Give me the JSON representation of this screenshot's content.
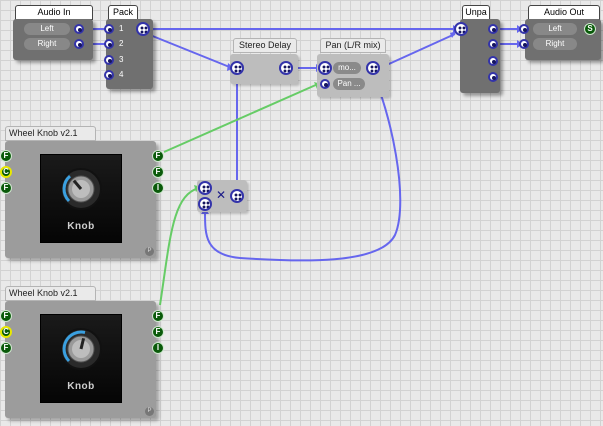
{
  "modules": {
    "audio_in": {
      "title": "Audio In",
      "outputs": [
        "Left",
        "Right"
      ]
    },
    "pack": {
      "title": "Pack",
      "inputs": [
        "1",
        "2",
        "3",
        "4"
      ]
    },
    "stereo_delay": {
      "title": "Stereo Delay"
    },
    "pan": {
      "title": "Pan (L/R mix)",
      "inputs": [
        "mo...",
        "Pan ..."
      ]
    },
    "unpack": {
      "title": "Unpa"
    },
    "audio_out": {
      "title": "Audio Out",
      "inputs": [
        "Left",
        "Right"
      ],
      "badge": "S"
    },
    "knob1": {
      "title": "Wheel Knob v2.1",
      "face_label": "Knob",
      "badge": "P",
      "left_ports": [
        "F",
        "C",
        "F"
      ],
      "right_ports": [
        "F",
        "F",
        "I"
      ],
      "value": 0.35,
      "ring_color": "#3aa0e0"
    },
    "knob2": {
      "title": "Wheel Knob v2.1",
      "face_label": "Knob",
      "badge": "P",
      "left_ports": [
        "F",
        "C",
        "F"
      ],
      "right_ports": [
        "F",
        "F",
        "I"
      ],
      "value": 0.55,
      "ring_color": "#3aa0e0"
    },
    "multiply": {
      "symbol": "✕"
    }
  },
  "colors": {
    "audio_wire": "#6666ee",
    "control_wire": "#66cc66",
    "port_ring": "#3333aa"
  }
}
